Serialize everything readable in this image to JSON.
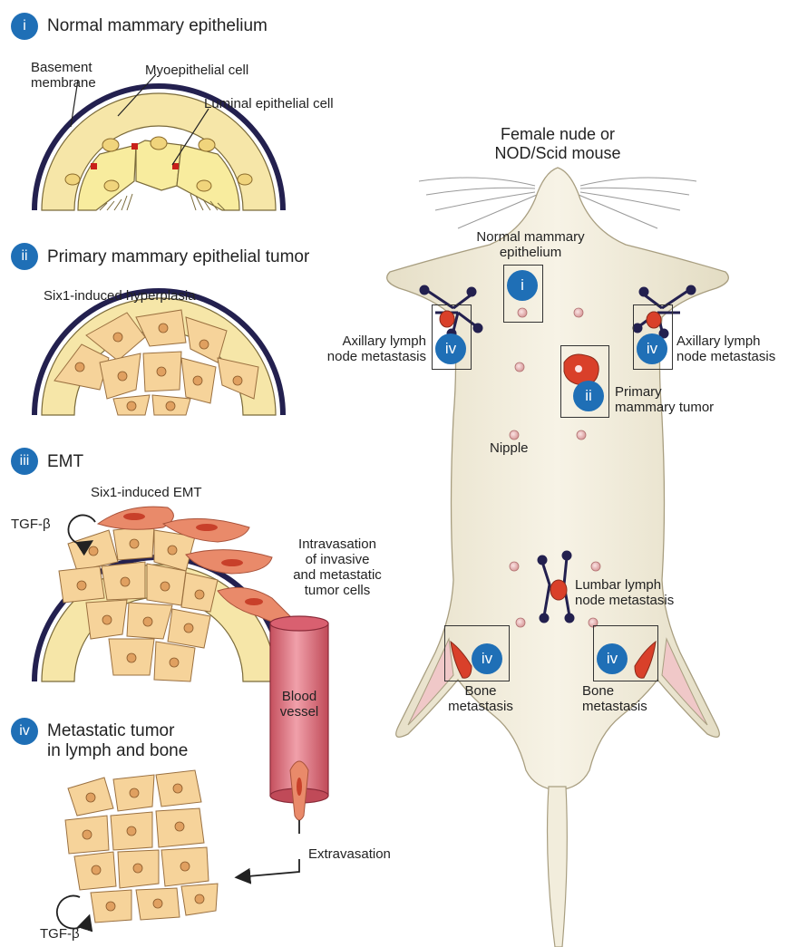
{
  "panels": {
    "i": {
      "numeral": "i",
      "title": "Normal mammary epithelium"
    },
    "ii": {
      "numeral": "ii",
      "title": "Primary mammary epithelial tumor"
    },
    "iii": {
      "numeral": "iii",
      "title": "EMT"
    },
    "iv": {
      "numeral": "iv",
      "title_line1": "Metastatic tumor",
      "title_line2": "in lymph and bone"
    }
  },
  "labels": {
    "basement_line1": "Basement",
    "basement_line2": "membrane",
    "myoepithelial": "Myoepithelial cell",
    "luminal": "Luminal epithelial cell",
    "hyperplasia": "Six1-induced hyperplasia",
    "six1_emt": "Six1-induced EMT",
    "tgf_top": "TGF-β",
    "tgf_bottom": "TGF-β",
    "intra_line1": "Intravasation",
    "intra_line2": "of invasive",
    "intra_line3": "and metastatic",
    "intra_line4": "tumor cells",
    "blood_line1": "Blood",
    "blood_line2": "vessel",
    "extravasation": "Extravasation"
  },
  "mouse": {
    "title_line1": "Female nude or",
    "title_line2": "NOD/Scid mouse",
    "normal_line1": "Normal mammary",
    "normal_line2": "epithelium",
    "axillary_left_line1": "Axillary lymph",
    "axillary_left_line2": "node metastasis",
    "axillary_right_line1": "Axillary lymph",
    "axillary_right_line2": "node metastasis",
    "primary_line1": "Primary",
    "primary_line2": "mammary tumor",
    "nipple": "Nipple",
    "lumbar_line1": "Lumbar lymph",
    "lumbar_line2": "node metastasis",
    "bone_left_line1": "Bone",
    "bone_left_line2": "metastasis",
    "bone_right_line1": "Bone",
    "bone_right_line2": "metastasis"
  },
  "colors": {
    "badge": "#1f6fb6",
    "cell": "#f6d39a",
    "nucleus": "#e0a060",
    "emt_cell": "#e98a6a",
    "vessel": "#e07a86",
    "membrane": "#23204f",
    "mouse_body": "#f2eddc",
    "tumor": "#d9402a"
  }
}
